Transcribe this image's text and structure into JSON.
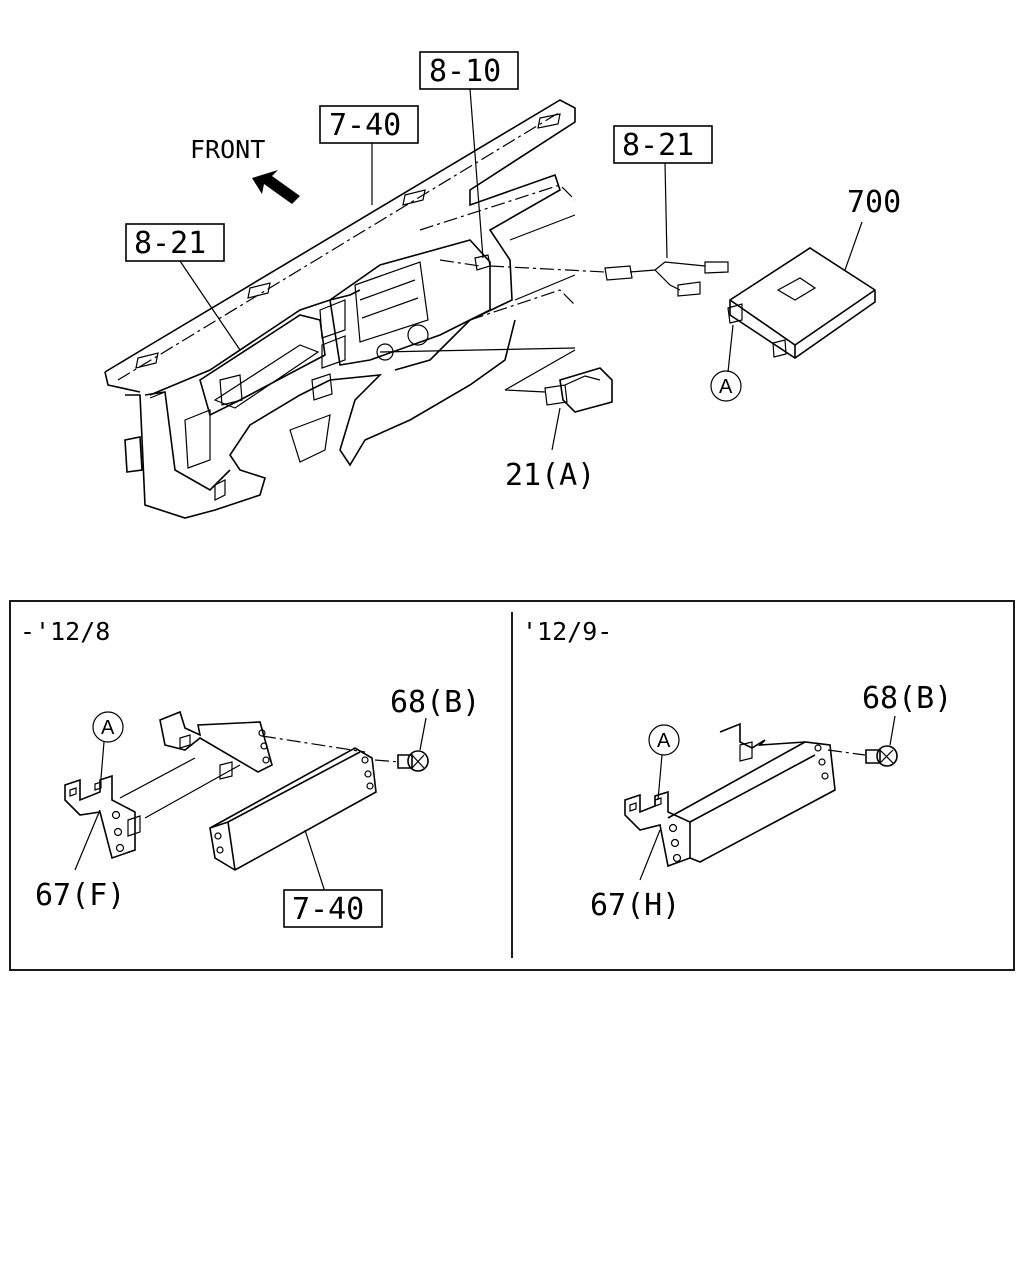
{
  "top": {
    "direction_label": "FRONT",
    "boxed_refs": {
      "ref_8_10": "8-10",
      "ref_7_40": "7-40",
      "ref_8_21_right": "8-21",
      "ref_8_21_left": "8-21"
    },
    "part_700": "700",
    "part_21a": "21(A)",
    "circle_a": "A"
  },
  "panel": {
    "left": {
      "period": "-'12/8",
      "part_68b": "68(B)",
      "part_67f": "67(F)",
      "circle_a": "A",
      "boxed_ref_7_40": "7-40"
    },
    "right": {
      "period": "'12/9-",
      "part_68b": "68(B)",
      "part_67h": "67(H)",
      "circle_a": "A"
    }
  }
}
